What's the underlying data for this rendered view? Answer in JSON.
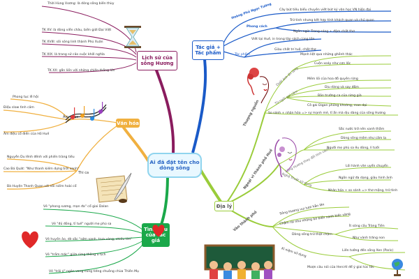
{
  "center_title": "Ai đã đặt tên cho dòng sông",
  "main_nodes": {
    "lich_su": "Lịch sử của sông Hương",
    "van_hoa": "Văn hóa",
    "tinh_yeu": "Tình yêu của tác giả",
    "tac_gia": "Tác giả + Tác phẩm",
    "dia_ly": "Địa lý"
  },
  "lich_su_items": [
    "Thời Hùng Vương: là dòng sông biên thùy",
    "TK XV: là dòng viễn châu, biên giới Đại Việt",
    "TK XVIII: sôi sóng linh thành Phú Xuân",
    "TK XIX: là trang sử cảo cuộc khởi nghĩa",
    "TK XX: gắn liền với những chiến thắng lớn"
  ],
  "van_hoa": {
    "am_nhac_label": "Âm nhạc",
    "thi_ca_label": "Thi ca",
    "am_nhac_items": [
      "Phong tục lễ hội",
      "Điệu slow tình cảm",
      "Âm điệu cổ điển của Hồ Huế"
    ],
    "thi_ca_items": [
      "Nguyễn Du lênh đênh với phiến tràng tiếu",
      "Cao Bá Quát: \"Như thanh kiếm dựng trời xanh\"",
      "Bà Huyện Thanh Quan với nỗi niềm hoài cổ"
    ]
  },
  "tinh_yeu_items": [
    "Vẻ \"phong sương, mạn đa\" cổ giai Dalan",
    "Vẻ \"đủ đồng, tỉ tuế\" người mẹ phù sa",
    "Vẻ huyền ảo, dè sắc \"sớm xanh, trưa vàng, chiều tím\"",
    "Vẻ \"trầm mặc\" giữa rừng thông u tịch",
    "Vẻ \"trải ý\" ngân vang cùng tiếng chuông chùa Thiên Mụ"
  ],
  "tac_gia": {
    "hoang_phu_label": "Hoàng Phủ Ngọc Tường",
    "phong_cach_label": "Phong cách",
    "tac_pham_label": "Tác phẩm",
    "hoang_phu_item": "Cây bút tiêu biểu chuyên viết bút ký văn học VN hiện đại",
    "phong_cach_items": [
      "Trữ tình nhưng kết hợp tính khách quan và chủ quan",
      "Ngôn ngữ: Trong sáng + đậm chất thơ"
    ],
    "tac_pham_items": [
      "Viết tại Huế, in trong tập sách cùng tên",
      "Giàu chất trí tuệ, chất thơ"
    ]
  },
  "dia_ly": {
    "thuong_nguon_label": "Thượng nguồn",
    "anh_lam_label": "Dưới ánh ẩn lang",
    "tu_ngoi_label": "Từ ngôi gọi cảm",
    "so_sanh_label": "So sánh + nhân hóa => sự mạnh mẽ, tỉ ẩn mà dịu dàng của sông Hương",
    "anh_lam_items": [
      "Mạnh liệt qua những ghềnh thác",
      "Cuộn xoáy như cơn lốc"
    ],
    "tu_ngoi_items": [
      "Mềm lồi của hoa đỗ quyên rừng",
      "Dịu dàng và say đắm",
      "Bản trường ca của rừng già",
      "Cô gái Digan phóng khoáng, man dại"
    ],
    "ngoai_vi_label": "Ngoại vi thành phố Huế",
    "song_huong_label": "Sông Hương thay đổi tính cách",
    "nghe_thuat_label": "Nghệ thuật sử dụng",
    "song_huong_items": [
      "Sắc nước trở nên xanh thẳm",
      "Dòng sông mềm như cấm lạ",
      "Người mẹ phù sa êu dòng, lí tưởi"
    ],
    "nghe_thuat_items": [
      "Lối hành văn uyển chuyển",
      "Ngôn ngữ đa dạng, giàu hình ảnh",
      "Nhân hóa + so sánh => thơ mộng, trữ tình"
    ],
    "vao_tp_label": "Vào thành phố",
    "vao_tp_items": [
      "Sông Hương vui tươi hẳn lên",
      "Chậm rãi như những bờ biển xanh biếc vàng",
      "Dòng sông trữ thật chậm",
      "Kỉ niệm sử dụng"
    ],
    "sub_items": [
      "Ít sóng cầu Tràng Tiền",
      "Như vành trăng non",
      "Liên tưởng đến sông Xen (Paris)",
      "Mượn câu nói của Hercrtl để ý giai túc tốc"
    ]
  },
  "colors": {
    "lich_su": "#8a1c5e",
    "van_hoa": "#f0b040",
    "tinh_yeu": "#1aa84a",
    "tac_gia": "#1a5ac8",
    "dia_ly": "#9acc3a",
    "center_border": "#8fd4ee"
  },
  "icons": [
    "hourglass-icon",
    "music-notes-icon",
    "quill-scroll-icon",
    "heart-icon",
    "woman-portrait-icon",
    "children-blackboard-icon"
  ]
}
